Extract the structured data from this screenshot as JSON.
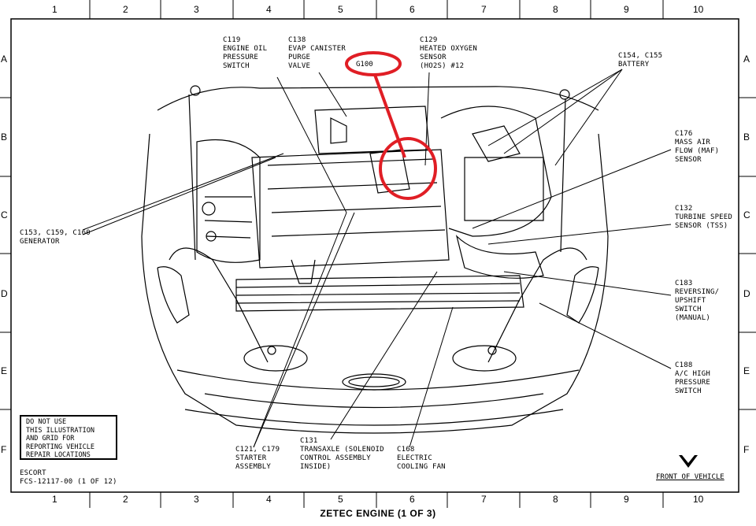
{
  "grid": {
    "columns": [
      "1",
      "2",
      "3",
      "4",
      "5",
      "6",
      "7",
      "8",
      "9",
      "10"
    ],
    "rows": [
      "A",
      "B",
      "C",
      "D",
      "E",
      "F"
    ]
  },
  "title": "ZETEC ENGINE (1 OF 3)",
  "notice": "DO NOT USE\nTHIS ILLUSTRATION\nAND GRID FOR\nREPORTING VEHICLE\nREPAIR LOCATIONS",
  "model": "ESCORT",
  "figure_id": "FCS-12117-00 (1 OF 12)",
  "front_label": "FRONT OF VEHICLE",
  "highlight": {
    "label": "G100",
    "color": "#e01e25"
  },
  "callouts": {
    "c119": "C119\nENGINE OIL\nPRESSURE\nSWITCH",
    "c138": "C138\nEVAP CANISTER\nPURGE\nVALVE",
    "c129": "C129\nHEATED OXYGEN\nSENSOR\n(HO2S) #12",
    "c154": "C154, C155\nBATTERY",
    "c176": "C176\nMASS AIR\nFLOW (MAF)\nSENSOR",
    "c153": "C153, C159, C160\nGENERATOR",
    "c132": "C132\nTURBINE SPEED\nSENSOR (TSS)",
    "c183": "C183\nREVERSING/\nUPSHIFT\nSWITCH\n(MANUAL)",
    "c188": "C188\nA/C HIGH\nPRESSURE\nSWITCH",
    "c121": "C121, C179\nSTARTER\nASSEMBLY",
    "c131": "C131\nTRANSAXLE (SOLENOID\nCONTROL ASSEMBLY\nINSIDE)",
    "c168": "C168\nELECTRIC\nCOOLING FAN"
  }
}
